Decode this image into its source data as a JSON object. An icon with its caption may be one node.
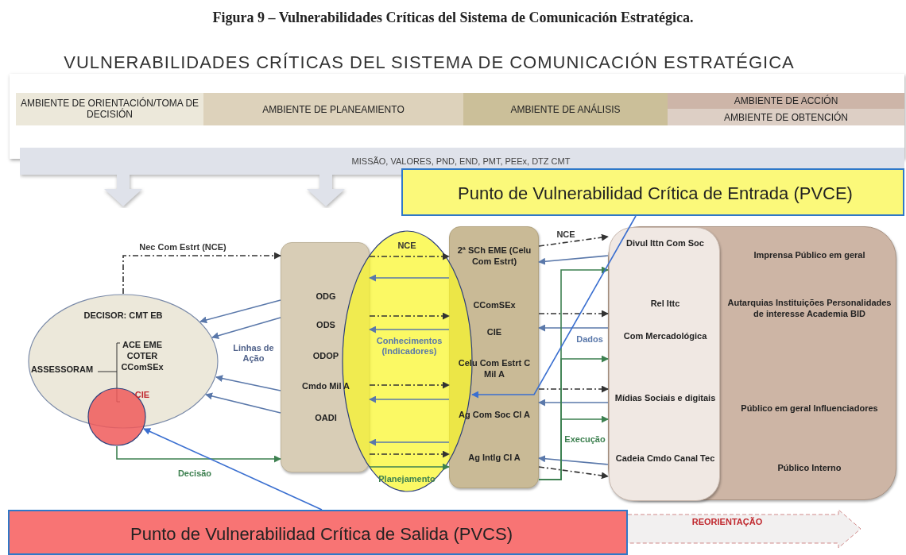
{
  "diagram": {
    "title": "Figura 9 – Vulnerabilidades Críticas del Sistema de Comunicación Estratégica.",
    "nodes": [
      {
        "text": [
          "AMBIENTE DE ORIENTACIÓN/TOMA DE DECISIÓN"
        ]
      },
      {
        "text": [
          "AMBIENTE DE PLANEAMIENTO"
        ]
      },
      {
        "text": [
          "AMBIENTE DE ANÁLISIS"
        ]
      },
      {
        "text": [
          "AMBIENTE DE ACCIÓN"
        ]
      },
      {
        "text": [
          "AMBIENTE DE OBTENCIÓN"
        ]
      },
      {
        "text": [
          "MISSÃO, VALORES, PND, END, PMT, PEEx, DTZ CMT"
        ]
      },
      {
        "text": [
          "Punto de Vulnerabilidad Crítica de Entrada (PVCE)"
        ]
      },
      {
        "text": [
          "DECISOR: CMT EB",
          "ASSESSORAM",
          "ACE EME COTER CComSEx",
          "CIE"
        ]
      },
      {
        "text": [],
        "shape": "circle"
      },
      {
        "text": [
          "ODG",
          "ODS",
          "ODOP",
          "Cmdo Mil A",
          "OADI"
        ]
      },
      {
        "text": [
          "2ª SCh EME (Celu Com Estrt)",
          "CComSEx",
          "CIE",
          "Celu Com Estrt C Mil A",
          "Ag Com Soc Cl A",
          "Ag Intlg Cl A"
        ]
      },
      {
        "text": [
          "Imprensa Público em geral",
          "Autarquias Instituições Personalidades de interesse Academia BID",
          "Público em geral Influenciadores",
          "Público Interno"
        ]
      },
      {
        "text": [
          "Divul Ittn Com Soc",
          "Rel Ittc",
          "Com Mercadológica",
          "Mídias Sociais e digitais",
          "Cadeia Cmdo Canal Tec"
        ],
        "in": 11
      },
      {
        "text": [
          "REORIENTAÇÃO"
        ]
      },
      {
        "text": [
          "Punto de Vulnerabilidad Crítica de Salida (PVCS)"
        ]
      }
    ],
    "edges": [
      {
        "from": 7,
        "to": 9,
        "arrow": "to",
        "label": "Nec Com Estrt (NCE)",
        "style": "dashed",
        "color": "#333333"
      },
      {
        "from": 9,
        "to": 7,
        "arrow": "to"
      },
      {
        "from": 9,
        "to": 7,
        "arrow": "to"
      },
      {
        "from": 9,
        "to": 7,
        "arrow": "to"
      },
      {
        "from": 9,
        "to": 7,
        "arrow": "to"
      },
      {
        "from": 8,
        "to": 9,
        "arrow": "to",
        "label": "Decisão",
        "color": "#3d8050"
      },
      {
        "from": 9,
        "to": 10,
        "arrow": "to",
        "label": "NCE",
        "style": "dashed",
        "color": "#333333"
      },
      {
        "from": 10,
        "to": 9,
        "arrow": "to"
      },
      {
        "from": 9,
        "to": 10,
        "arrow": "to",
        "style": "dashed",
        "color": "#333333"
      },
      {
        "from": 10,
        "to": 9,
        "arrow": "to",
        "label": "Conhecimentos (Indicadores)"
      },
      {
        "from": 9,
        "to": 10,
        "arrow": "to",
        "style": "dashed",
        "color": "#333333"
      },
      {
        "from": 10,
        "to": 9,
        "arrow": "to"
      },
      {
        "from": 10,
        "to": 9,
        "arrow": "to"
      },
      {
        "from": 9,
        "to": 10,
        "arrow": "to",
        "style": "dashed",
        "color": "#333333"
      },
      {
        "from": 9,
        "to": 10,
        "arrow": "to",
        "label": "Planejamento",
        "color": "#3d8050"
      },
      {
        "from": 10,
        "to": 12,
        "arrow": "to",
        "label": "NCE",
        "style": "dashed",
        "color": "#333333"
      },
      {
        "from": 12,
        "to": 10,
        "arrow": "to"
      },
      {
        "from": 10,
        "to": 12,
        "arrow": "to",
        "style": "dashed",
        "color": "#333333"
      },
      {
        "from": 12,
        "to": 10,
        "arrow": "to",
        "label": "Dados"
      },
      {
        "from": 10,
        "to": 12,
        "arrow": "to",
        "style": "dashed",
        "color": "#333333"
      },
      {
        "from": 12,
        "to": 10,
        "arrow": "to"
      },
      {
        "from": 12,
        "to": 10,
        "arrow": "to"
      },
      {
        "from": 10,
        "to": 12,
        "arrow": "to",
        "style": "dashed",
        "color": "#333333"
      },
      {
        "from": 10,
        "to": 12,
        "arrow": "to",
        "color": "#3d8050"
      },
      {
        "from": 10,
        "to": 12,
        "arrow": "to",
        "color": "#3d8050"
      },
      {
        "from": 10,
        "to": 12,
        "arrow": "to",
        "label": "Execução",
        "color": "#3d8050"
      },
      {
        "from": 6,
        "to": 10,
        "arrow": "to",
        "color": "#3a6fd0"
      },
      {
        "from": 14,
        "to": 8,
        "arrow": "to",
        "color": "#3a6fd0"
      }
    ],
    "labels": [
      "VULNERABILIDADES CRÍTICAS DEL SISTEMA DE COMUNICACIÓN ESTRATÉGICA",
      "Linhas de Ação"
    ]
  }
}
